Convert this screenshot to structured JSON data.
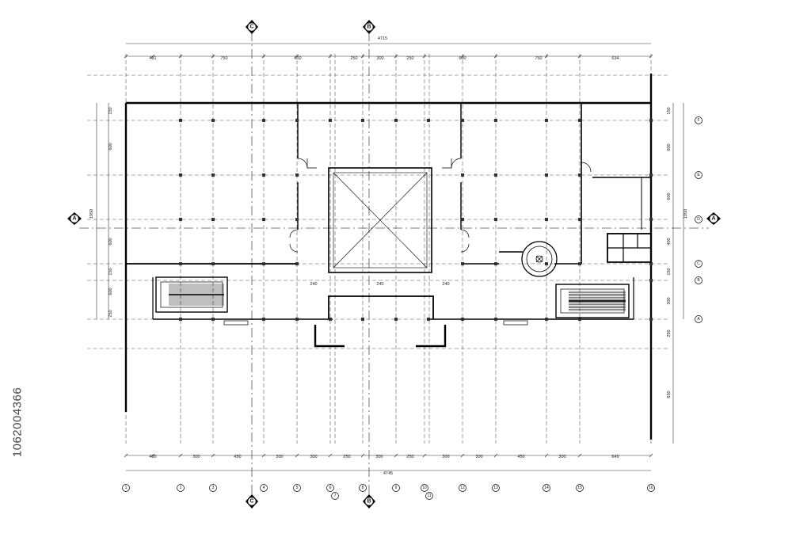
{
  "drawing": {
    "overall_top": "4715",
    "overall_bottom": "4745",
    "top_dims": [
      "481",
      "750",
      "600",
      "250",
      "300",
      "250",
      "600",
      "750",
      "634"
    ],
    "bottom_dims": [
      "490",
      "300",
      "450",
      "300",
      "300",
      "250",
      "300",
      "250",
      "300",
      "300",
      "450",
      "300",
      "649"
    ],
    "left_dims": [
      "150",
      "600",
      "1950",
      "600",
      "150",
      "600",
      "250"
    ],
    "right_dims": [
      "150",
      "600",
      "600",
      "1950",
      "400",
      "150",
      "300",
      "250",
      "650"
    ],
    "stair_labels": [
      "240",
      "240",
      "240"
    ],
    "grid_bubbles_bottom": [
      "1",
      "2",
      "3",
      "4",
      "5",
      "6",
      "7",
      "8",
      "9",
      "10",
      "11",
      "12",
      "13",
      "14",
      "15",
      "16"
    ],
    "grid_bubbles_right": [
      "F",
      "E",
      "D",
      "C",
      "B",
      "A"
    ],
    "section_markers": [
      "C",
      "B",
      "A"
    ]
  },
  "stock_id": "1062004366"
}
